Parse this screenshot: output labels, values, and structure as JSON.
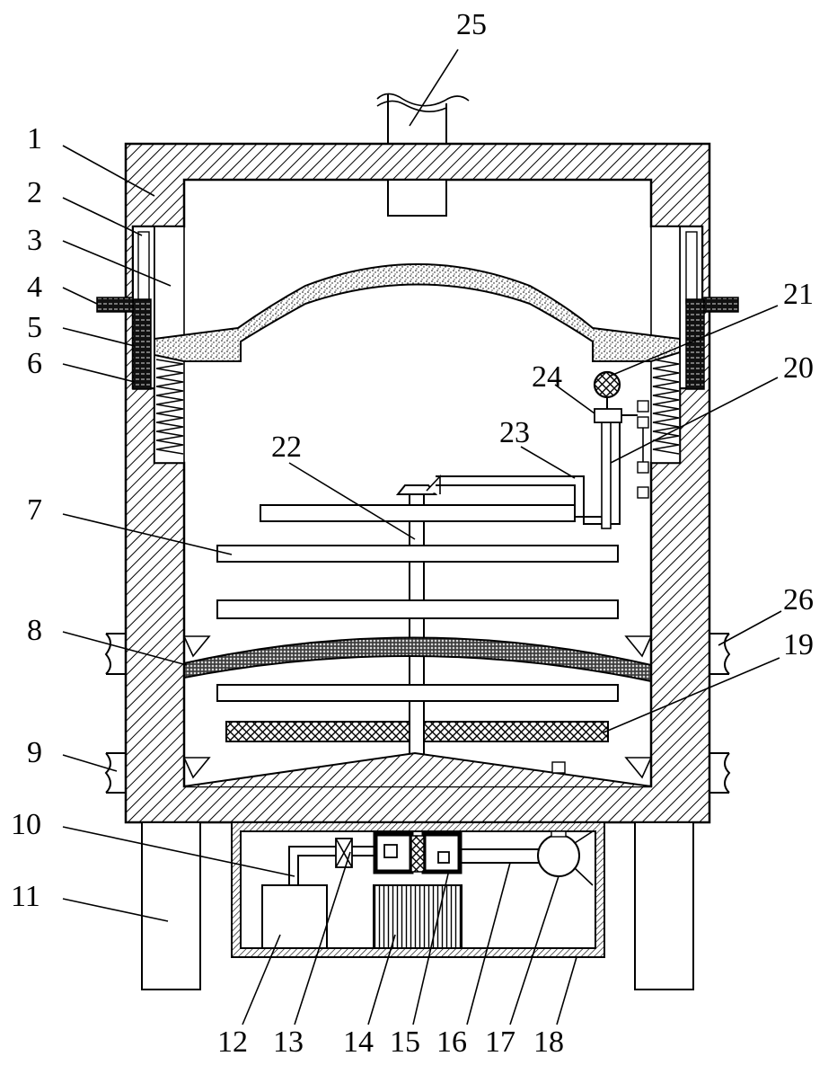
{
  "diagram": {
    "part_labels": [
      "1",
      "2",
      "3",
      "4",
      "5",
      "6",
      "7",
      "8",
      "9",
      "10",
      "11",
      "12",
      "13",
      "14",
      "15",
      "16",
      "17",
      "18",
      "19",
      "20",
      "21",
      "22",
      "23",
      "24",
      "25",
      "26"
    ]
  }
}
